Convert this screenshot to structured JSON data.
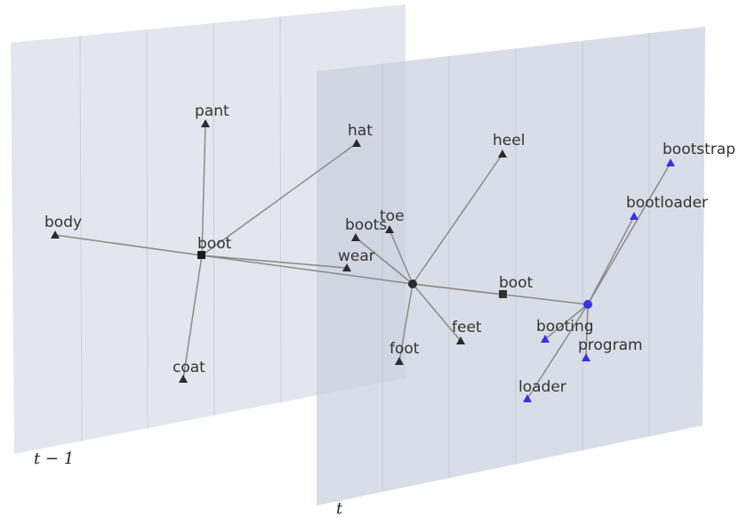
{
  "planes": {
    "previous": {
      "label": "t − 1",
      "fill": "#d9dde8",
      "opacity": 0.75
    },
    "current": {
      "label": "t",
      "fill": "#d9dde8",
      "opacity": 0.75
    }
  },
  "colors": {
    "dark_node": "#2b2b2b",
    "blue_node": "#3535e0",
    "edge": "#8a8a8a"
  },
  "nodes": {
    "pant": "pant",
    "hat": "hat",
    "body": "body",
    "boot_prev": "boot",
    "coat": "coat",
    "wear": "wear",
    "boots": "boots",
    "toe": "toe",
    "heel": "heel",
    "feet": "feet",
    "foot": "foot",
    "boot_curr": "boot",
    "booting": "booting",
    "program": "program",
    "loader": "loader",
    "bootloader": "bootloader",
    "bootstrap": "bootstrap"
  }
}
